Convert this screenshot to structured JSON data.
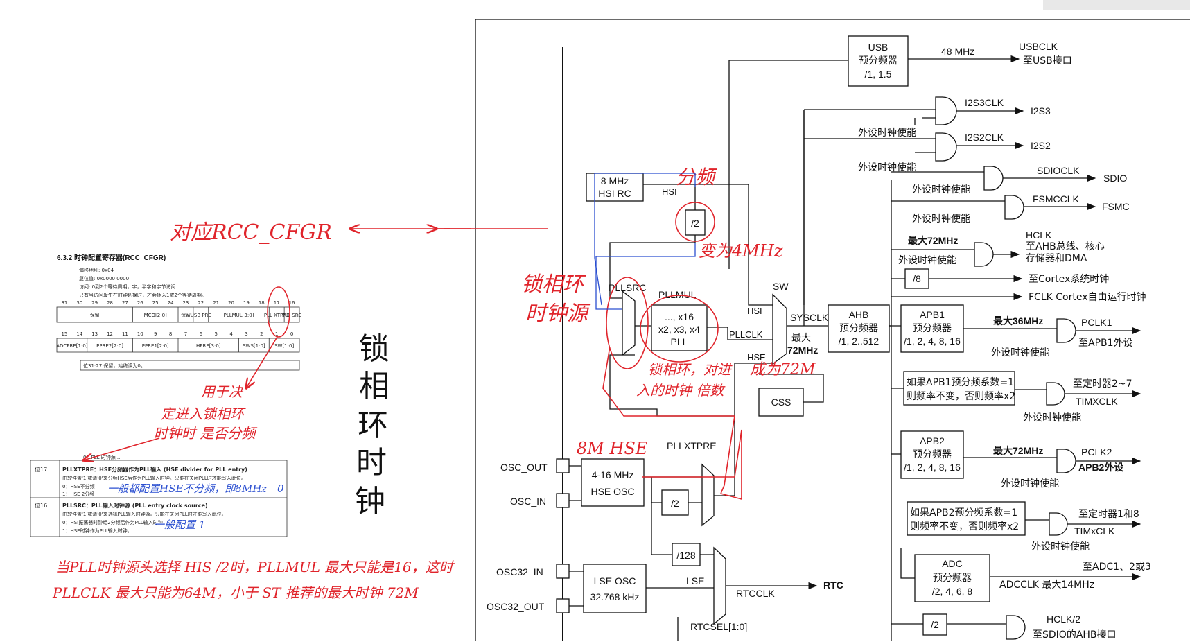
{
  "clock_tree": {
    "usb_box": [
      "USB",
      "预分频器",
      "/1, 1.5"
    ],
    "usb_freq": "48 MHz",
    "usbclk": "USBCLK",
    "usbclk_to": "至USB接口",
    "i2s3clk": "I2S3CLK",
    "i2s3": "I2S3",
    "i2s2clk": "I2S2CLK",
    "i2s2": "I2S2",
    "peri_enable": "外设时钟使能",
    "sdioclk": "SDIOCLK",
    "sdio": "SDIO",
    "fsmcclk": "FSMCCLK",
    "fsmc": "FSMC",
    "max72": "最大72MHz",
    "hclk": "HCLK",
    "hclk_to": [
      "至AHB总线、核心",
      "存储器和DMA"
    ],
    "div8": "/8",
    "cortex": "至Cortex系统时钟",
    "fclk": "FCLK Cortex自由运行时钟",
    "hsi_rc": [
      "8 MHz",
      "HSI RC"
    ],
    "hsi": "HSI",
    "div2": "/2",
    "pllsrc": "PLLSRC",
    "pllmul_label": "PLLMUL",
    "pllmul_box": [
      "..., x16",
      "x2, x3, x4",
      "PLL"
    ],
    "pllclk": "PLLCLK",
    "hse": "HSE",
    "sw": "SW",
    "sysclk": "SYSCLK",
    "sys_max": [
      "最大",
      "72MHz"
    ],
    "ahb_box": [
      "AHB",
      "预分频器",
      "/1, 2..512"
    ],
    "apb1_box": [
      "APB1",
      "预分频器",
      "/1, 2, 4, 8, 16"
    ],
    "max36": "最大36MHz",
    "pclk1": "PCLK1",
    "pclk1_to": "至APB1外设",
    "apb1_note": [
      "如果APB1预分频系数=1",
      "则频率不变，否则频率x2"
    ],
    "timer27": "至定时器2~7",
    "timxclk": "TIMXCLK",
    "css": "CSS",
    "apb2_box": [
      "APB2",
      "预分频器",
      "/1, 2, 4, 8, 16"
    ],
    "pclk2": "PCLK2",
    "pclk2_to": "APB2外设",
    "apb2_note": [
      "如果APB2预分频系数=1",
      "则频率不变，否则频率x2"
    ],
    "timer18": "至定时器1和8",
    "timxclk2": "TIMxCLK",
    "pllxtpre": "PLLXTPRE",
    "osc_out": "OSC_OUT",
    "osc_in": "OSC_IN",
    "hse_osc": [
      "4-16 MHz",
      "HSE OSC"
    ],
    "div128": "/128",
    "osc32_in": "OSC32_IN",
    "osc32_out": "OSC32_OUT",
    "lse_osc": [
      "LSE OSC",
      "32.768 kHz"
    ],
    "lse": "LSE",
    "rtcclk": "RTCCLK",
    "rtc": "RTC",
    "rtcsel": "RTCSEL[1:0]",
    "adc_box": [
      "ADC",
      "预分频器",
      "/2, 4, 6, 8"
    ],
    "adc_to": "至ADC1、2或3",
    "adcclk": "ADCCLK  最大14MHz",
    "hclk2": "HCLK/2",
    "sdio_ahb": "至SDIO的AHB接口"
  },
  "register": {
    "heading": "6.3.2     时钟配置寄存器(RCC_CFGR)",
    "info": [
      "偏移地址: 0x04",
      "复位值: 0x0000 0000",
      "访问: 0到2个等待周期，字，半字和字节访问",
      "只有当访问发生在时钟切换时，才会插入1或2个等待周期。"
    ],
    "bits_high": [
      "31",
      "30",
      "29",
      "28",
      "27",
      "26",
      "25",
      "24",
      "23",
      "22",
      "21",
      "20",
      "19",
      "18",
      "17",
      "16"
    ],
    "fields_high": [
      "保留",
      "MCO[2:0]",
      "保留",
      "USB PRE",
      "PLLMUL[3:0]",
      "PLL XTPRE",
      "PLL SRC"
    ],
    "bits_low": [
      "15",
      "14",
      "13",
      "12",
      "11",
      "10",
      "9",
      "8",
      "7",
      "6",
      "5",
      "4",
      "3",
      "2",
      "1",
      "0"
    ],
    "fields_low": [
      "ADCPRE[1:0]",
      "PPRE2[2:0]",
      "PPRE1[2:0]",
      "HPRE[3:0]",
      "SWS[1:0]",
      "SW[1:0]"
    ],
    "reserved_row": "位31:27    保留，始终读为0。",
    "desc_top": "0：PLL 时钟源 ...",
    "bit17_label": "位17",
    "bit17_title": "PLLXTPRE：HSE分频器作为PLL输入 (HSE divider for PLL entry)",
    "bit17_line": "由软件置'1'或清'0'来分频HSE后作为PLL输入时钟。只能在关闭PLL时才能写入此位。",
    "bit17_opts": [
      "0：HSE不分频",
      "1：HSE 2分频"
    ],
    "bit16_label": "位16",
    "bit16_title": "PLLSRC：PLL输入时钟源 (PLL entry clock source)",
    "bit16_line": "由软件置'1'或清'0'来选择PLL输入时钟源。只能在关闭PLL时才能写入此位。",
    "bit16_opts": [
      "0：HSI振荡器时钟经2分频后作为PLL输入时钟",
      "1：HSE时钟作为PLL输入时钟。"
    ]
  },
  "notes": {
    "rcc_cfgr": "对应RCC_CFGR",
    "fenpin": "分频",
    "become4m": "变为4MHz",
    "pll_src": [
      "锁相环",
      "时钟源"
    ],
    "pll_mult": [
      "锁相环，对进",
      "入的时钟 倍数"
    ],
    "become72": "成为72M",
    "hse8m": "8M HSE",
    "bit17_note": [
      "用于决",
      "定进入锁相环",
      "时钟时 是否分频"
    ],
    "hse_nodiv": "一般都配置HSE不分频，即8MHz",
    "zero": "0",
    "config1": "一般配置 1",
    "vertical": [
      "锁",
      "相",
      "环",
      "时",
      "钟"
    ],
    "bottom": [
      "当PLL时钟源头选择 HIS /2时，PLLMUL 最大只能是16，这时",
      "PLLCLK 最大只能为64M，小于 ST 推荐的最大时钟 72M"
    ]
  },
  "colors": {
    "annotation_red": "#e0242b",
    "annotation_blue": "#2b4fd0",
    "line": "#111111"
  }
}
